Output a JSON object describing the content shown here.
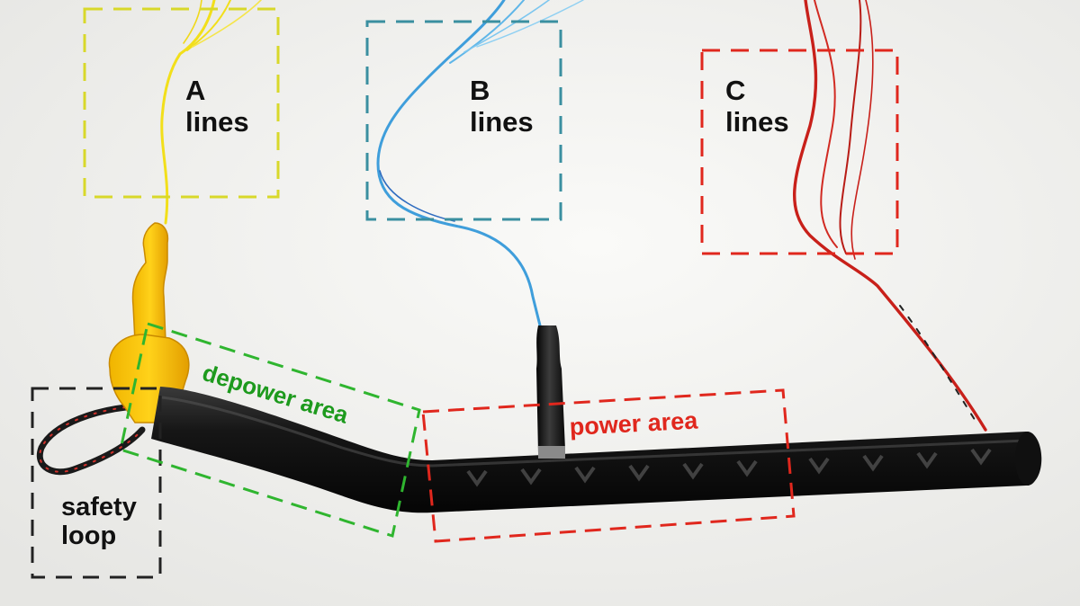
{
  "labels": {
    "a_lines": {
      "line1": "A",
      "line2": "lines"
    },
    "b_lines": {
      "line1": "B",
      "line2": "lines"
    },
    "c_lines": {
      "line1": "C",
      "line2": "lines"
    },
    "depower_area": "depower area",
    "power_area": "power area",
    "safety_loop": {
      "line1": "safety",
      "line2": "loop"
    }
  },
  "colors": {
    "background": "#f3f3f1",
    "a_box": "#d8d82a",
    "b_box": "#3a8fa0",
    "c_box": "#e0271d",
    "depower_box": "#2fb52f",
    "power_box": "#e0271d",
    "safety_box": "#222222",
    "handle": "#151515",
    "a_line_rope": "#f2df1a",
    "b_line_rope": "#4aa6de",
    "c_line_rope": "#c8201a"
  }
}
